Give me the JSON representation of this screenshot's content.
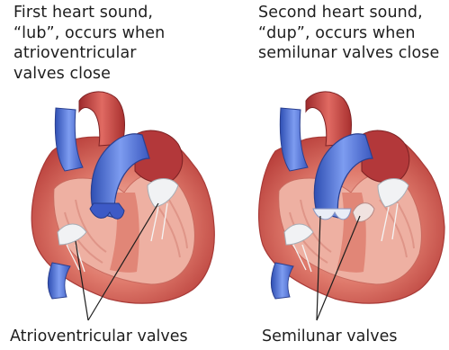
{
  "panels": [
    {
      "caption": "First heart sound,\n“lub”, occurs when\natrioventricular\nvalves close",
      "label": "Atrioventricular valves"
    },
    {
      "caption": "Second heart sound,\n“dup”, occurs when\nsemilunar valves close",
      "label": "Semilunar valves"
    }
  ],
  "colors": {
    "myocardium": "#d9615a",
    "endocardium": "#efb3a5",
    "vein_blue": "#5a7fd6",
    "artery_red": "#c4403e",
    "valve_white": "#eef0f2"
  }
}
